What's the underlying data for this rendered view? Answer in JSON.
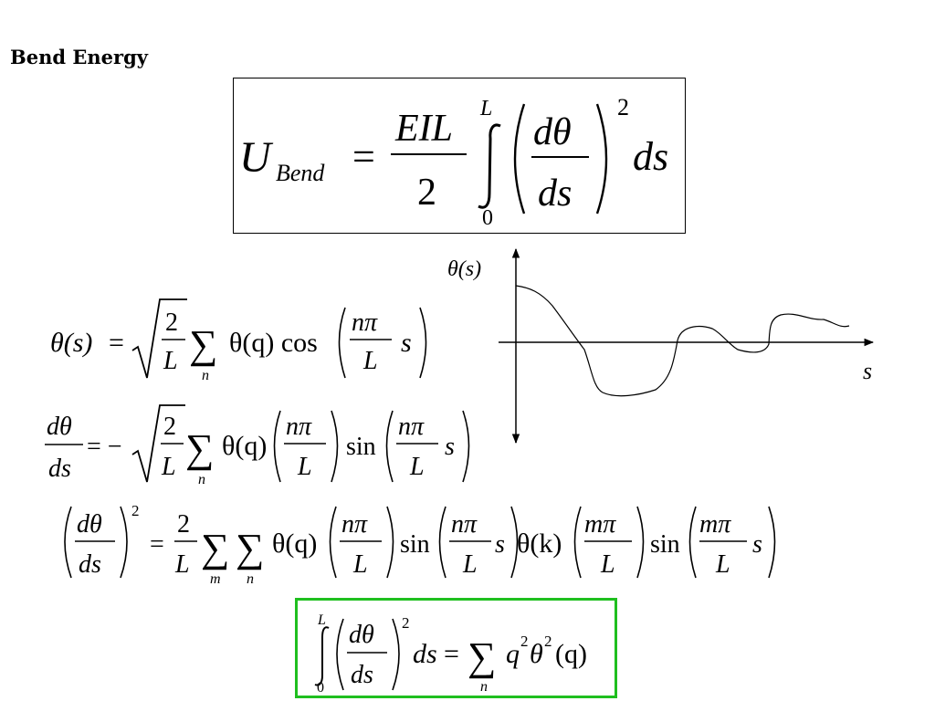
{
  "title": "Bend Energy",
  "colors": {
    "result_box_border": "#1fbf1f"
  },
  "main_equation": {
    "U": "U",
    "sub": "Bend",
    "eq": "=",
    "num": "EIL",
    "den": "2",
    "upper": "L",
    "lower": "0",
    "d_theta": "dθ",
    "ds": "ds",
    "power": "2",
    "tail": "ds"
  },
  "plot": {
    "y_label": "θ(s)",
    "x_label": "s",
    "curve": "wavy theta curve"
  },
  "eq1": {
    "lhs": "θ(s)",
    "eq": "=",
    "sqrt_num": "2",
    "sqrt_den": "L",
    "sum_sub": "n",
    "body": "θ(q) cos",
    "frac_num": "nπ",
    "frac_den": "L",
    "arg": "s"
  },
  "eq2": {
    "lhs_num": "dθ",
    "lhs_den": "ds",
    "eq": "= −",
    "sqrt_num": "2",
    "sqrt_den": "L",
    "sum_sub": "n",
    "body": "θ(q)",
    "frac1_num": "nπ",
    "frac1_den": "L",
    "sin": "sin",
    "frac2_num": "nπ",
    "frac2_den": "L",
    "arg": "s"
  },
  "eq3": {
    "lhs_num": "dθ",
    "lhs_den": "ds",
    "power": "2",
    "eq": "=",
    "coef_num": "2",
    "coef_den": "L",
    "sum1_sub": "m",
    "sum2_sub": "n",
    "theta_q": "θ(q)",
    "f1_num": "nπ",
    "f1_den": "L",
    "sin1": "sin",
    "f2_num": "nπ",
    "f2_den": "L",
    "s1": "s",
    "theta_k": "θ(k)",
    "f3_num": "mπ",
    "f3_den": "L",
    "sin2": "sin",
    "f4_num": "mπ",
    "f4_den": "L",
    "s2": "s"
  },
  "result": {
    "upper": "L",
    "lower": "0",
    "d_theta": "dθ",
    "ds": "ds",
    "power": "2",
    "tail": "ds",
    "eq": "=",
    "sum_sub": "n",
    "q": "q",
    "q_pow": "2",
    "theta": "θ",
    "theta_pow": "2",
    "arg": "(q)"
  }
}
